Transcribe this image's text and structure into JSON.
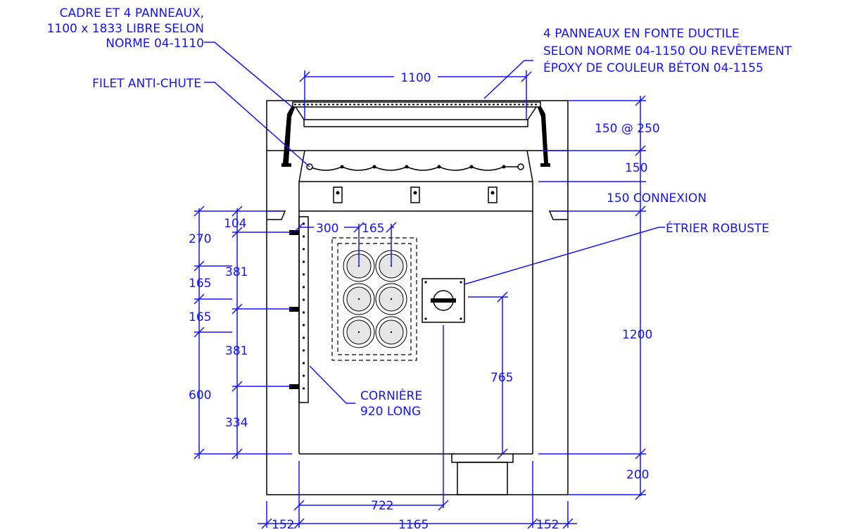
{
  "labels": {
    "frame_note_1": "CADRE ET 4 PANNEAUX,",
    "frame_note_2": "1100 x 1833 LIBRE SELON",
    "frame_note_3": "NORME 04-1110",
    "cast_note_1": "4 PANNEAUX EN FONTE DUCTILE",
    "cast_note_2": "SELON NORME 04-1150 OU REVÊTEMENT",
    "cast_note_3": "ÉPOXY DE COULEUR BÉTON 04-1155",
    "safety_net": "FILET ANTI-CHUTE",
    "stirrup": "ÉTRIER ROBUSTE",
    "angle_1": "CORNIÈRE",
    "angle_2": "920 LONG"
  },
  "dimensions": {
    "top_width": "1100",
    "frame_depth": "150 @ 250",
    "d150": "150",
    "connexion": "150 CONNEXION",
    "height": "1200",
    "base": "200",
    "d765": "765",
    "d722": "722",
    "w152_left": "152",
    "w1165": "1165",
    "w152_right": "152",
    "d104": "104",
    "d300": "300",
    "d165_top": "165",
    "left_270": "270",
    "left_165a": "165",
    "left_165b": "165",
    "left_600": "600",
    "inner_381a": "381",
    "inner_381b": "381",
    "inner_334": "334"
  }
}
